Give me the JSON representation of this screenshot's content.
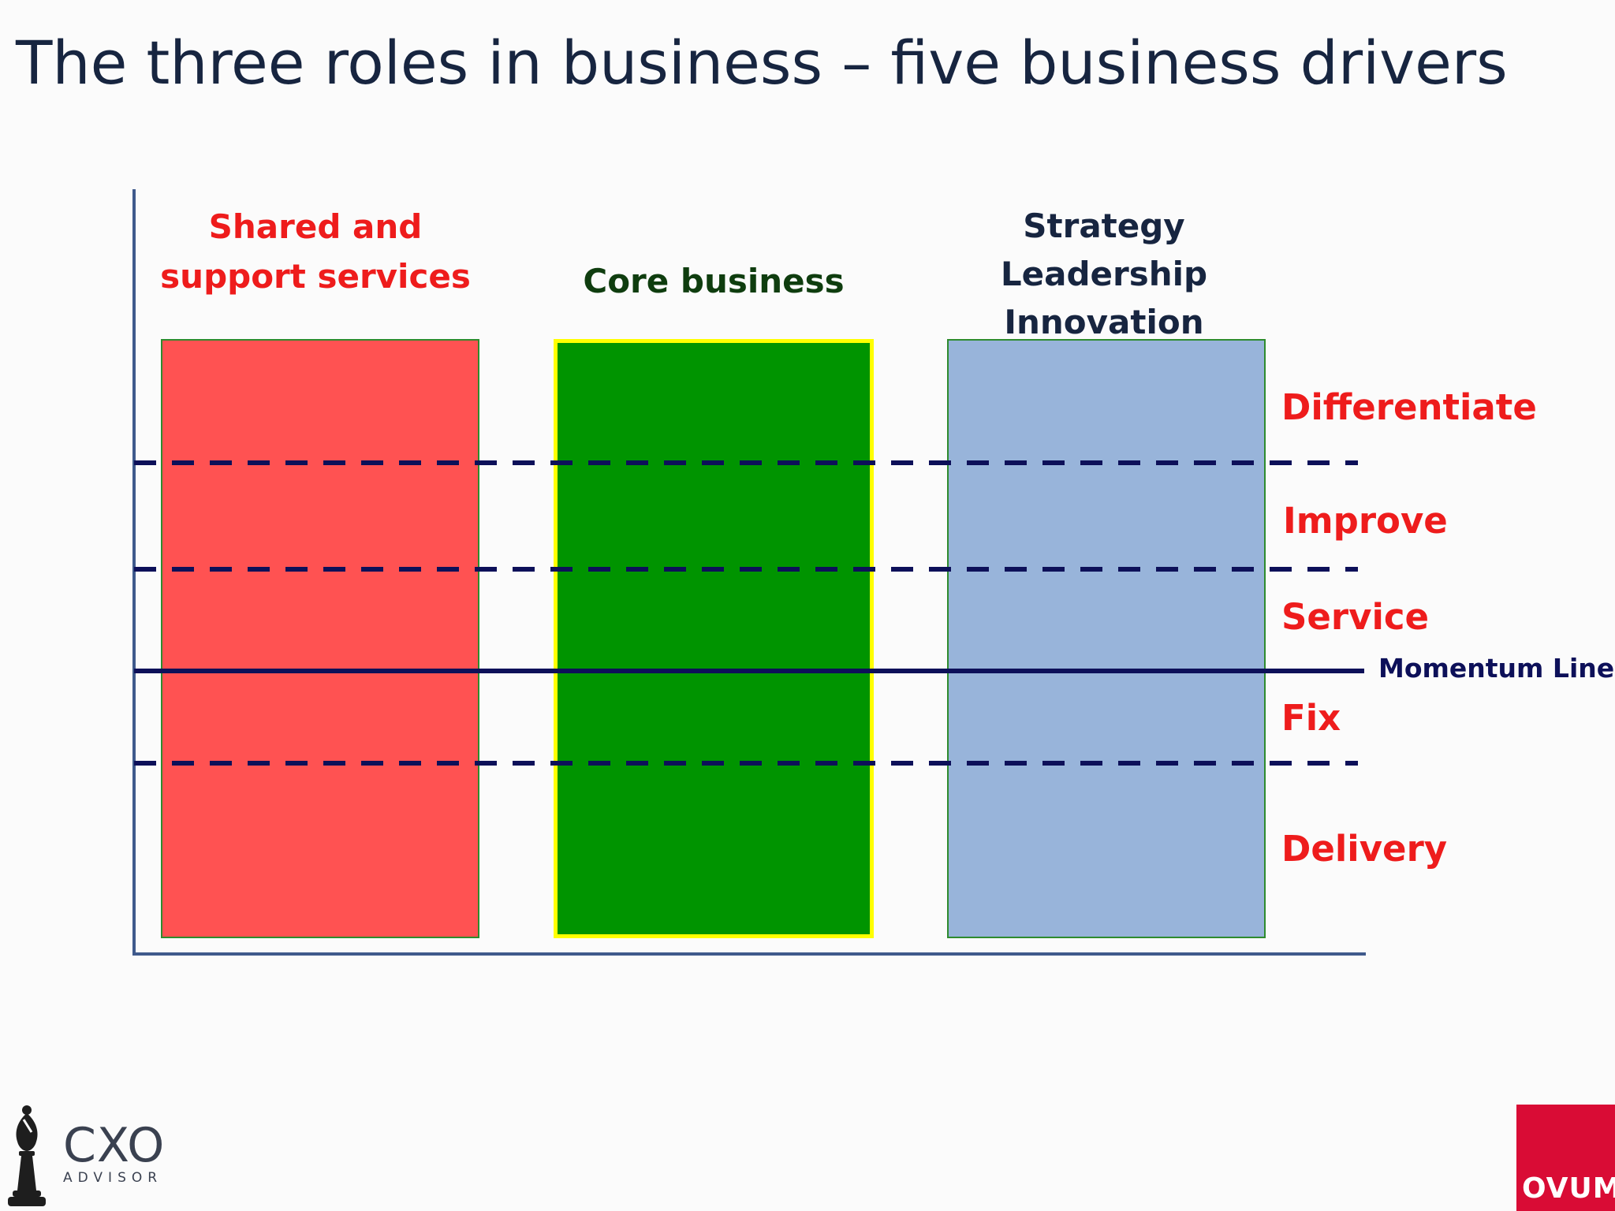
{
  "title": "The three roles in business – five business drivers",
  "columns": [
    {
      "lines": [
        "Shared and",
        "support services"
      ],
      "heading_color": "#ee1c1c",
      "fill": "#ff5252"
    },
    {
      "lines": [
        "Core business"
      ],
      "heading_color": "#0f3d0f",
      "fill": "#009400"
    },
    {
      "lines": [
        "Strategy",
        "Leadership",
        "Innovation"
      ],
      "heading_color": "#172540",
      "fill": "#98b4da"
    }
  ],
  "drivers": [
    {
      "label": "Differentiate"
    },
    {
      "label": "Improve"
    },
    {
      "label": "Service"
    },
    {
      "label": "Fix"
    },
    {
      "label": "Delivery"
    }
  ],
  "momentum_line": {
    "label": "Momentum Line",
    "color": "#0d1059"
  },
  "colors": {
    "driver_text": "#ee1c1c",
    "axis": "#3f5a8c",
    "dashed_lines": "#0d1059"
  },
  "logos": {
    "cxo": {
      "name": "CXO",
      "sub": "ADVISOR",
      "icon": "chess-bishop-icon"
    },
    "ovum": {
      "name": "OVUM",
      "color": "#d90c35"
    }
  }
}
